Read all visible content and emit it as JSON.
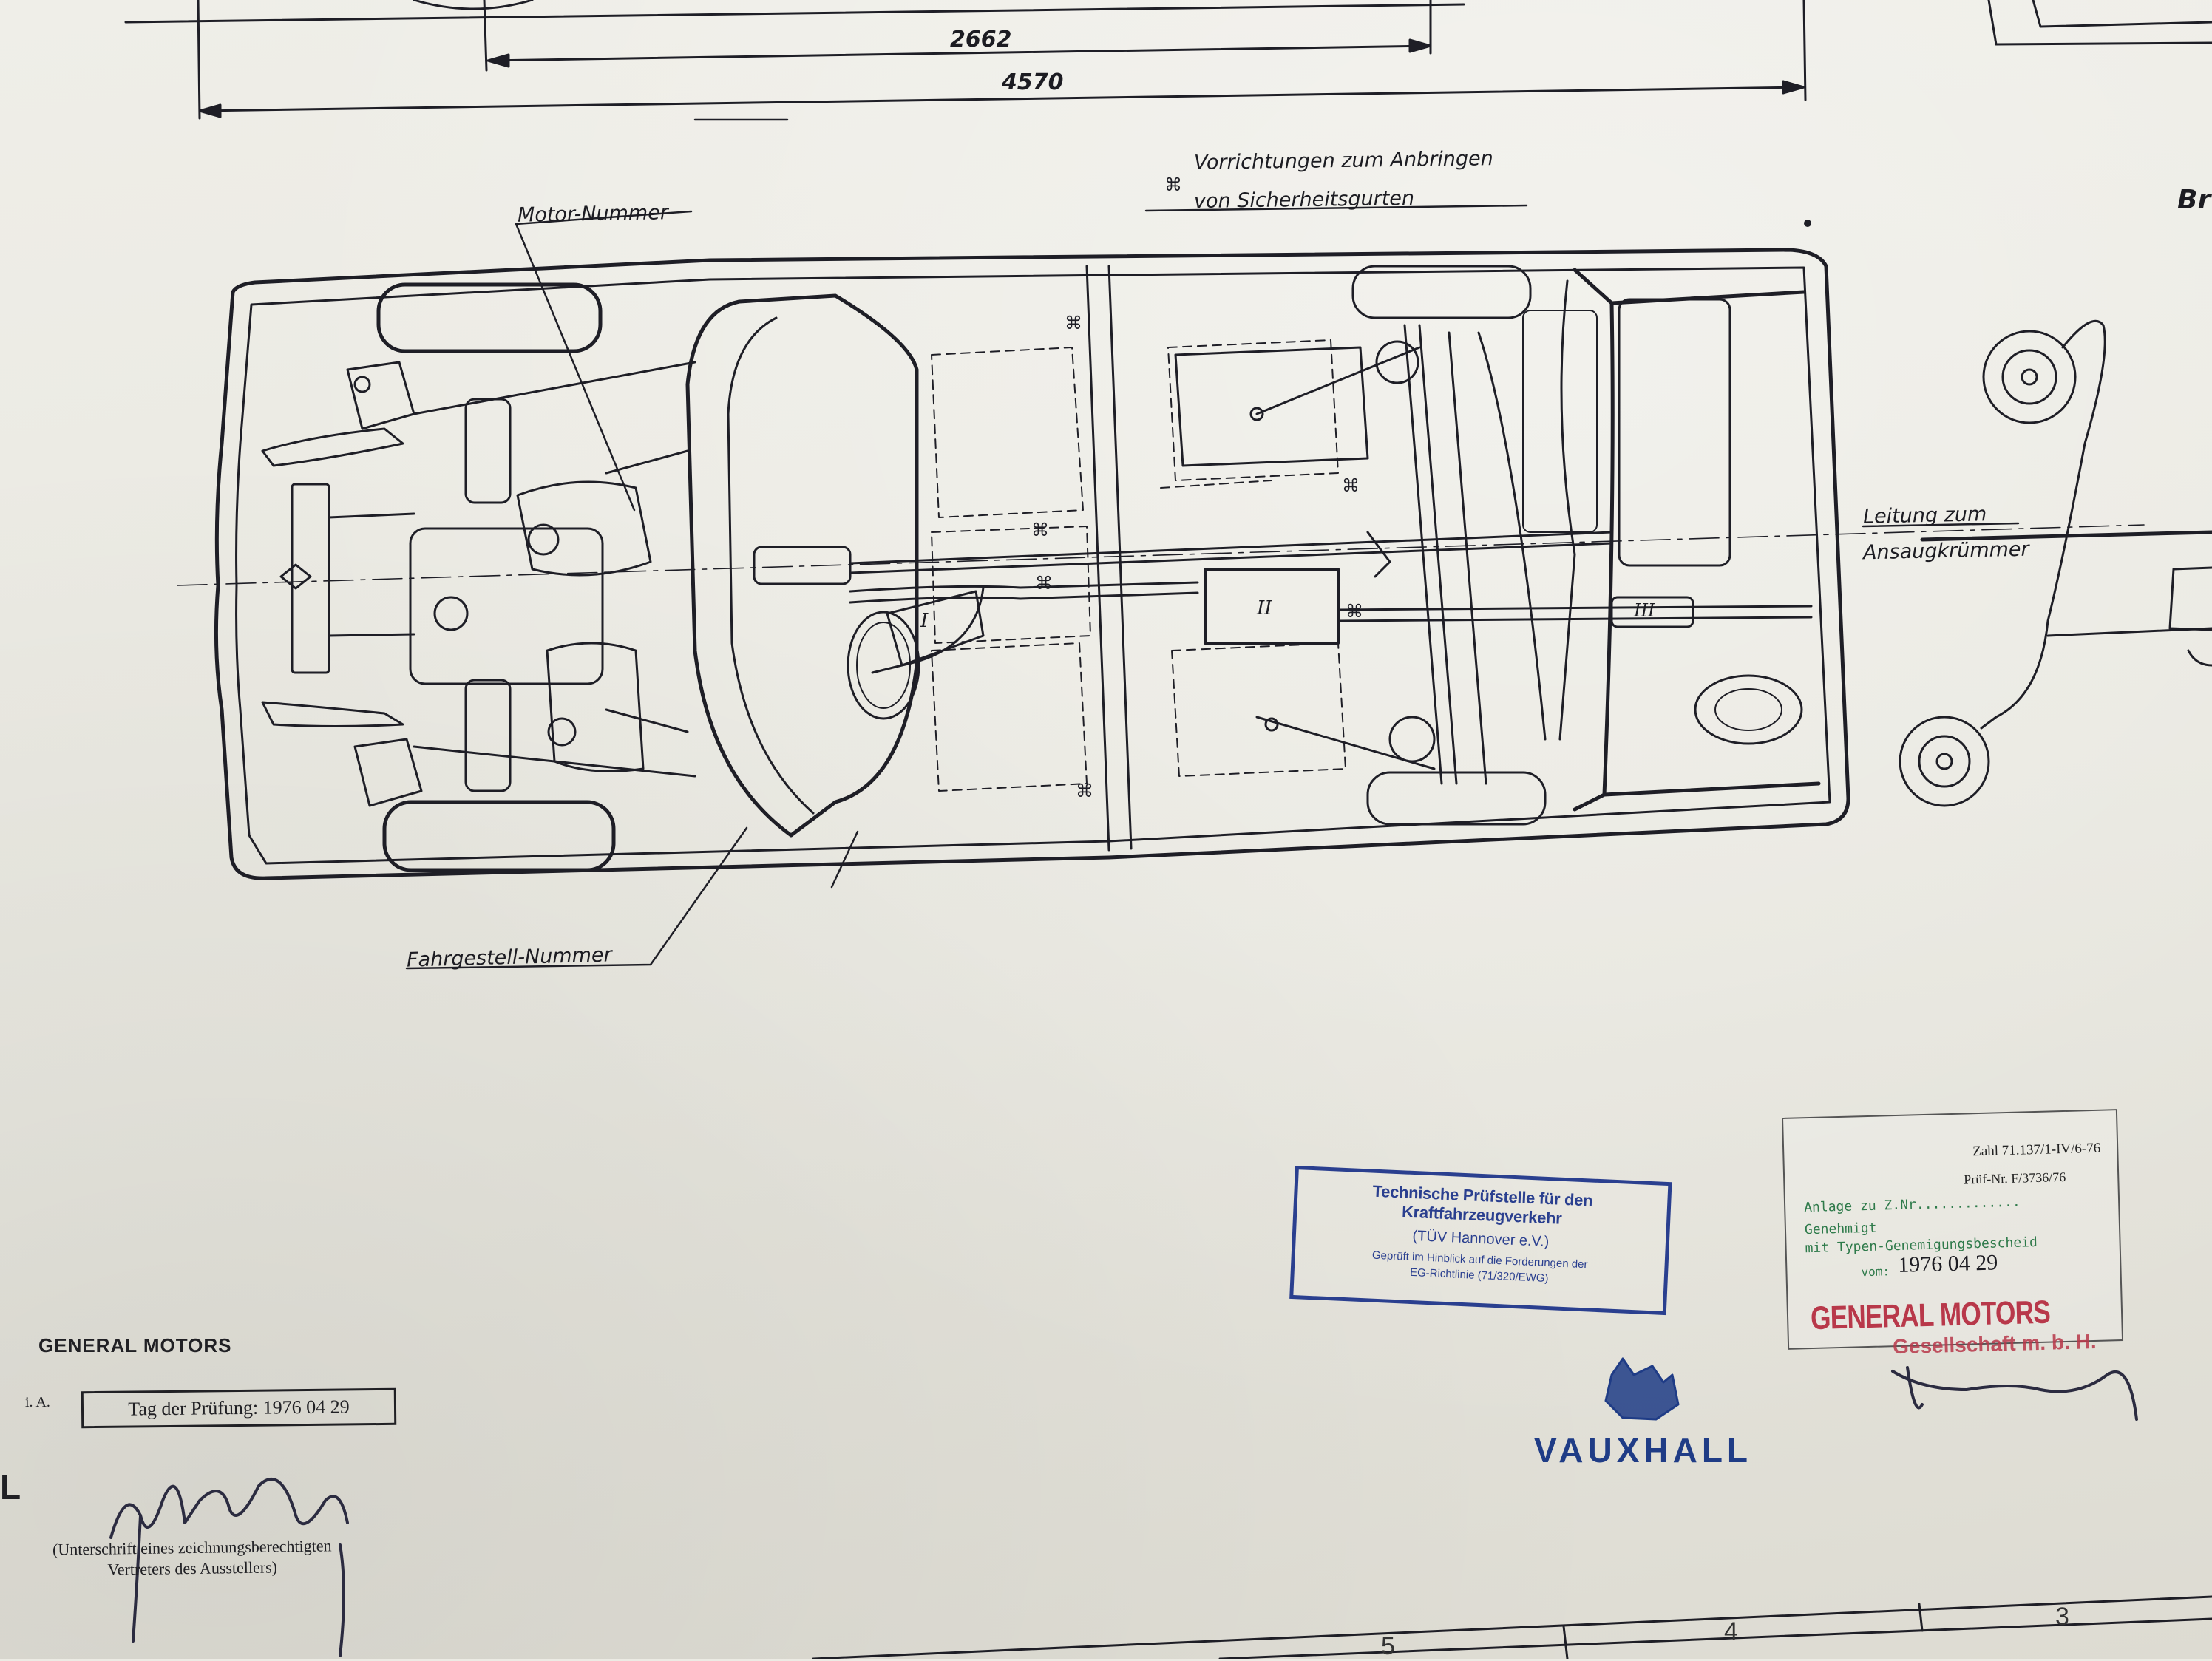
{
  "dimensions": {
    "wheelbase": "2662",
    "overall_length": "4570"
  },
  "labels": {
    "seatbelt_line1": "Vorrichtungen zum Anbringen",
    "seatbelt_line2": "von Sicherheitsgurten",
    "motor_nummer": "Motor-Nummer",
    "fahrgestell_nummer": "Fahrgestell-Nummer",
    "leitung_line1": "Leitung zum",
    "leitung_line2": "Ansaugkrümmer",
    "partial_right": "Br",
    "roman_i": "I",
    "roman_ii": "II",
    "roman_iii": "III"
  },
  "stamp_tuev": {
    "line1": "Technische Prüfstelle für den Kraftfahrzeugverkehr",
    "line2": "(TÜV Hannover e.V.)",
    "line3": "Geprüft im Hinblick auf die Forderungen der",
    "line4": "EG-Richtlinie (71/320/EWG)"
  },
  "approval": {
    "zahl": "Zahl   71.137/1-IV/6-76",
    "pruef_nr": "Prüf-Nr. F/3736/76",
    "anlage": "Anlage zu Z.Nr.............",
    "genehmigt": "Genehmigt",
    "mit": "mit Typen-Genemigungsbescheid",
    "vom": "vom:",
    "date": "1976 04 29",
    "company": "GENERAL MOTORS",
    "gmbh": "Gesellschaft m. b. H."
  },
  "issuer": {
    "company": "GENERAL MOTORS",
    "ia": "i. A.",
    "pruefung": "Tag der Prüfung: 1976 04 29",
    "signature_caption_1": "(Unterschrift eines zeichnungsberechtigten",
    "signature_caption_2": "Vertreters des Ausstellers)",
    "edge_letter": "L"
  },
  "brand": {
    "name": "VAUXHALL"
  },
  "frame_numbers": {
    "n5": "5",
    "n4": "4",
    "n3": "3"
  }
}
